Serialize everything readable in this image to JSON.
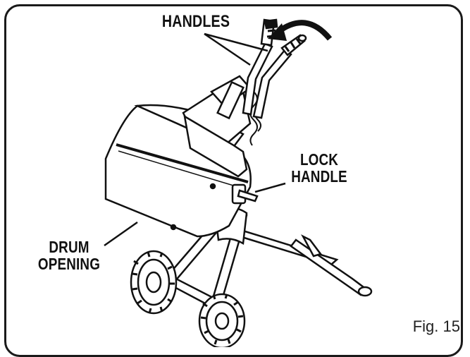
{
  "figure": {
    "callouts": {
      "handles": "HANDLES",
      "lock_line1": "LOCK",
      "lock_line2": "HANDLE",
      "drum_line1": "DRUM",
      "drum_line2": "OPENING"
    },
    "figure_label": "Fig. 15"
  }
}
